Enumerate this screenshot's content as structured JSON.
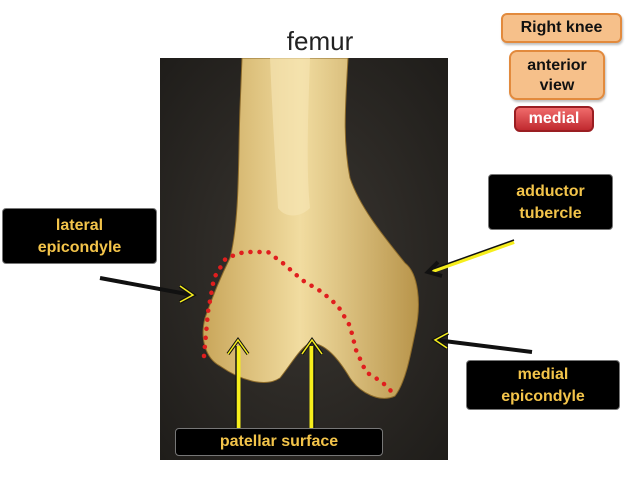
{
  "title": "femur",
  "badges": {
    "knee": "Right knee",
    "view_line1": "anterior",
    "view_line2": "view",
    "side": "medial"
  },
  "labels": {
    "lateral_line1": "lateral",
    "lateral_line2": "epicondyle",
    "adductor_line1": "adductor",
    "adductor_line2": "tubercle",
    "medial_line1": "medial",
    "medial_line2": "epicondyle",
    "patellar": "patellar surface"
  },
  "colors": {
    "background": "#ffffff",
    "photo_background": "#2c2a26",
    "bone": "#e8cf8a",
    "label_text": "#f3c44a",
    "arrow_yellow": "#f6ee1c",
    "dot_red": "#e01e1e",
    "badge_orange": "#f6c08a",
    "badge_red": "#d63a3f"
  }
}
